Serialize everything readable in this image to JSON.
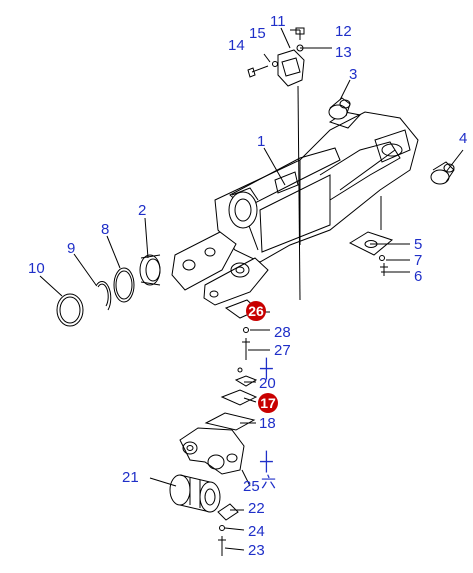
{
  "colors": {
    "callout": "#1f2fc8",
    "badge_bg": "#c80000",
    "badge_text": "#ffffff",
    "line": "#000000"
  },
  "callouts": {
    "c1": "1",
    "c2": "2",
    "c3": "3",
    "c4": "4",
    "c5": "5",
    "c6": "6",
    "c7": "7",
    "c8": "8",
    "c9": "9",
    "c10": "10",
    "c11": "11",
    "c12": "12",
    "c13": "13",
    "c14": "14",
    "c15": "15",
    "c18": "18",
    "c20": "20",
    "c21": "21",
    "c22": "22",
    "c23": "23",
    "c24": "24",
    "c25": "25",
    "c27": "27",
    "c28": "28"
  },
  "badges": {
    "b26": "26",
    "b17": "17"
  },
  "glyphs": {
    "plus_a": "┼",
    "plus_b": "┼",
    "liu": "六"
  }
}
